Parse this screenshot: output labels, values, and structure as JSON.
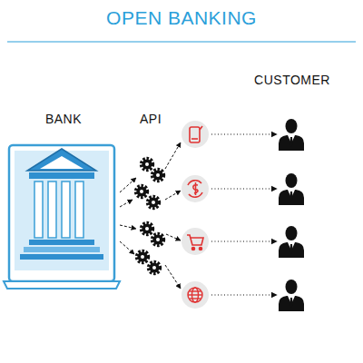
{
  "diagram": {
    "title": "OPEN BANKING",
    "labels": [
      "BANK",
      "API",
      "CUSTOMER"
    ]
  }
}
